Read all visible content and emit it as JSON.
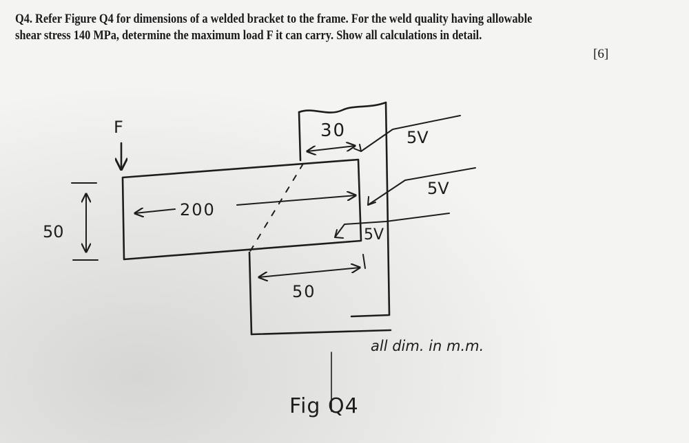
{
  "question": {
    "line1": "Q4. Refer Figure Q4 for dimensions of a welded bracket to the frame. For the weld quality having allowable",
    "line2": "shear stress 140 MPa, determine the maximum load F it can carry. Show all calculations in detail.",
    "marks": "[6]"
  },
  "figure": {
    "force_label": "F",
    "length_label": "200",
    "height_label": "50",
    "top_width_label": "30",
    "bottom_width_label": "50",
    "weld_label_top": "5V",
    "weld_label_middle": "5V",
    "weld_label_bottom": "5V",
    "units_note": "all dim. in m.m.",
    "caption": "Fig Q4"
  }
}
